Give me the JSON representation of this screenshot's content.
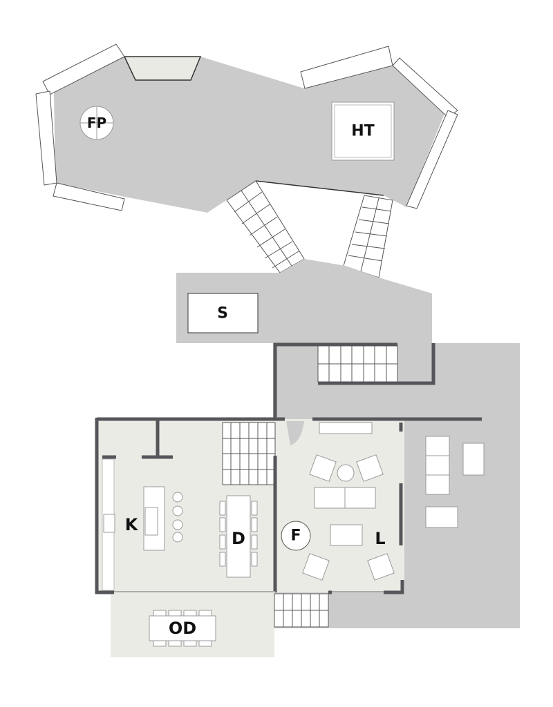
{
  "title": "Floor plan",
  "colors": {
    "deck": "#cbcbcb",
    "interior": "#ebebe6",
    "wall": "#55565a",
    "skylight": "#e9eae3"
  },
  "labels": {
    "fireplace_upper": "FP",
    "hot_tub": "HT",
    "storage": "S",
    "kitchen": "K",
    "dining": "D",
    "fireplace": "F",
    "living": "L",
    "outdoor_dining": "OD"
  }
}
